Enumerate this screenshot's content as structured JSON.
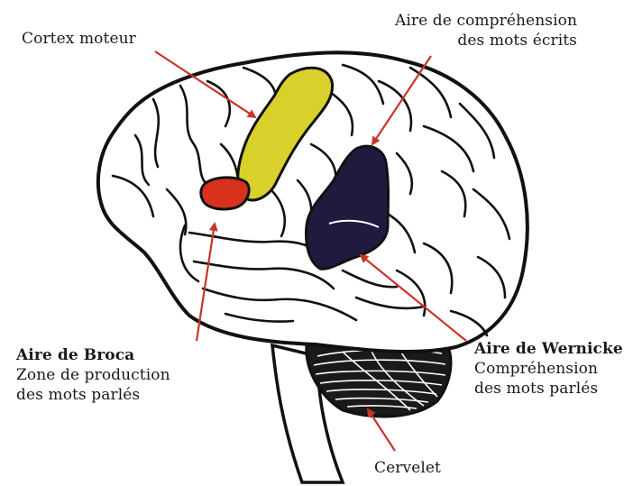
{
  "labels": {
    "cortex_moteur": "Cortex moteur",
    "comprehension_ecrits": {
      "line1": "Aire de compréhension",
      "line2": "des mots écrits"
    },
    "broca": {
      "title": "Aire de Broca",
      "line2": "Zone de production",
      "line3": "des mots parlés"
    },
    "wernicke": {
      "title": "Aire de Wernicke",
      "line2": "Compréhension",
      "line3": "des mots parlés"
    },
    "cervelet": "Cervelet"
  },
  "colors": {
    "motor_cortex": "#d9d12b",
    "broca": "#d8321f",
    "wernicke": "#1f1a3e",
    "arrow": "#c8342a",
    "outline": "#111111"
  }
}
